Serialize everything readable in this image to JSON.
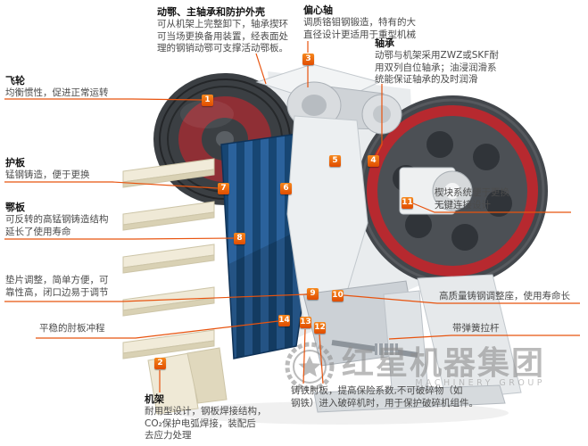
{
  "colors": {
    "accent": "#e8530e",
    "marker_top": "#f6891e",
    "marker_bottom": "#e04c00",
    "flywheel_red": "#b7292f",
    "jaw_blue_dark": "#174673",
    "jaw_blue_light": "#2b629c",
    "hopper_cream": "#efe9d6",
    "watermark_gray": "#8f8f8f"
  },
  "callouts": {
    "moving_jaw": {
      "title": "动鄂、主轴承和防护外壳",
      "body": "可从机架上完整卸下，轴承揳环\n可当场更换备用装置，经表面处\n理的钢销动鄂可支撑活动鄂板。"
    },
    "eccentric_shaft": {
      "title": "偏心轴",
      "body": "调质铬钼钢锻造，特有的大\n直径设计更适用于重型机械"
    },
    "bearing": {
      "title": "轴承",
      "body": "动鄂与机架采用ZWZ或SKF耐\n用双列自位轴承；油浸润滑系\n统能保证轴承的及时润滑"
    },
    "flywheel": {
      "title": "飞轮",
      "body": "均衡惯性，促进正常运转"
    },
    "guard_plate": {
      "title": "护板",
      "body": "锰钢铸造，便于更换"
    },
    "jaw_plate": {
      "title": "鄂板",
      "body": "可反转的高锰钢铸造结构\n延长了使用寿命"
    },
    "shim_adjust": {
      "body": "垫片调整，简单方便，可\n靠性高，闭口边易于调节"
    },
    "toggle_stroke": {
      "body": "平稳的肘板冲程"
    },
    "frame": {
      "title": "机架",
      "body": "耐用型设计，钢板焊接结构，\nCO₂保护电弧焊接，装配后\n去应力处理"
    },
    "wedge_system": {
      "body": "楔块系统便于更换\n无键连接设计"
    },
    "adjust_seat": {
      "body": "高质量铸钢调整座，使用寿命长"
    },
    "spring_rod": {
      "body": "带弹簧拉杆"
    },
    "toggle_plate": {
      "body": "铸铁肘板，提高保险系数,不可破碎物（如\n钢铁）进入破碎机时，用于保护破碎机组件。"
    }
  },
  "markers": {
    "m1": "1",
    "m2": "2",
    "m3": "3",
    "m4": "4",
    "m5": "5",
    "m6": "6",
    "m7": "7",
    "m8": "8",
    "m9": "9",
    "m10": "10",
    "m11": "11",
    "m12": "12",
    "m13": "13",
    "m14": "14"
  },
  "watermark": {
    "cn": "红星机器集团",
    "en": "MACHINERY GROUP"
  }
}
